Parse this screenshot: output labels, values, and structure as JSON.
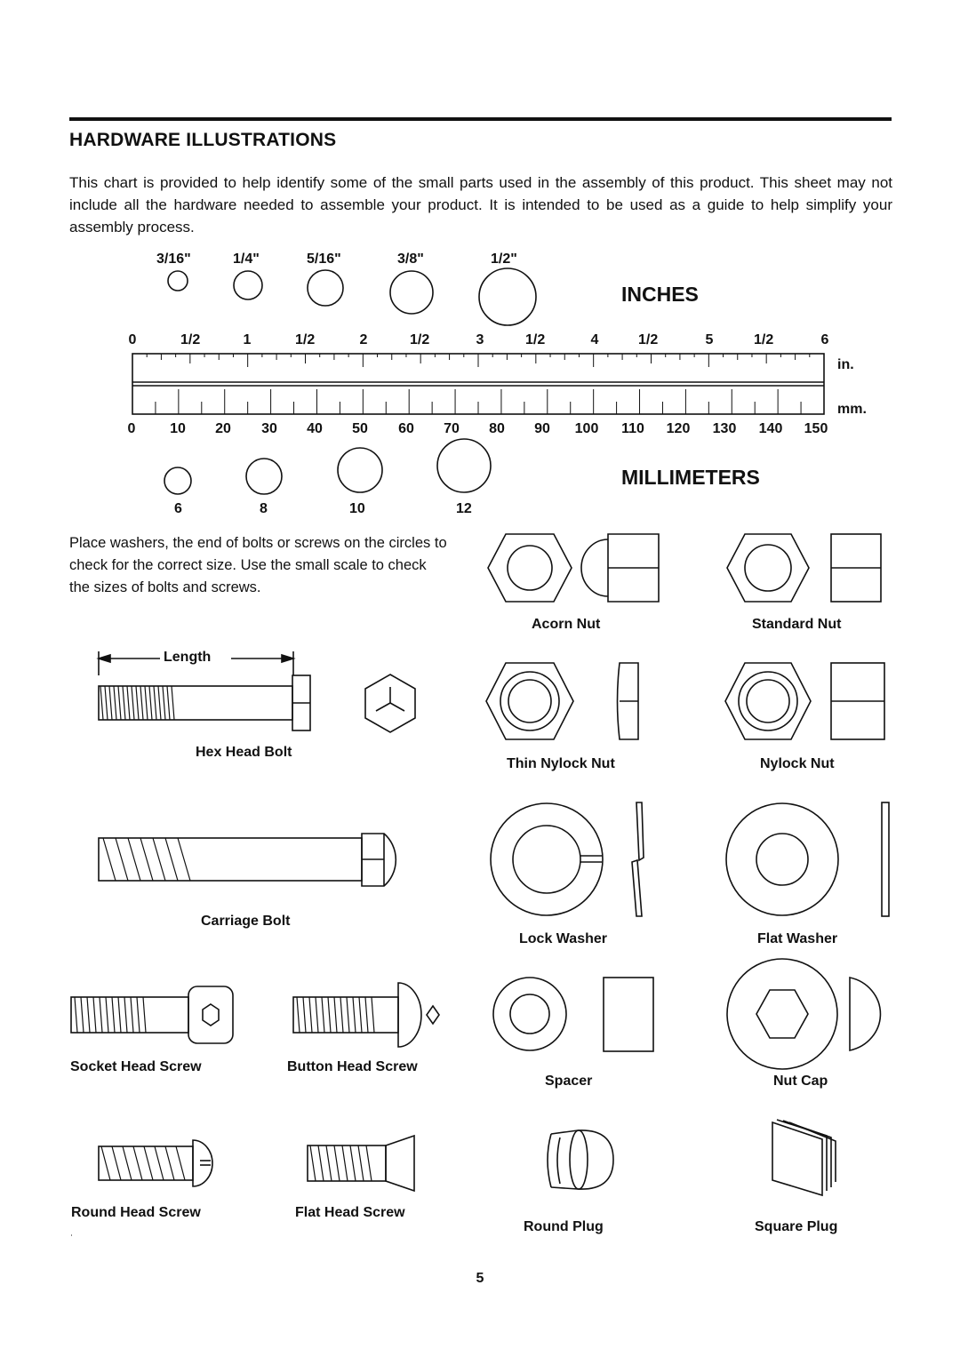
{
  "page": {
    "title": "HARDWARE ILLUSTRATIONS",
    "intro": "This chart is provided to help identify some of the small parts used in the assembly of this product.  This sheet may not include all the hardware needed to assemble your product.  It is intended to be used as a guide to help simplify your assembly process.",
    "place_text": "Place washers, the end of bolts or screws on the circles to check for the correct size.  Use the small scale to check the sizes of bolts and screws.",
    "page_number": "5"
  },
  "inch_sizes": [
    "3/16\"",
    "1/4\"",
    "5/16\"",
    "3/8\"",
    "1/2\""
  ],
  "mm_sizes": [
    "6",
    "8",
    "10",
    "12"
  ],
  "headings": {
    "inches": "INCHES",
    "millimeters": "MILLIMETERS"
  },
  "ruler": {
    "inch_labels": [
      "0",
      "1/2",
      "1",
      "1/2",
      "2",
      "1/2",
      "3",
      "1/2",
      "4",
      "1/2",
      "5",
      "1/2",
      "6"
    ],
    "mm_labels": [
      "0",
      "10",
      "20",
      "30",
      "40",
      "50",
      "60",
      "70",
      "80",
      "90",
      "100",
      "110",
      "120",
      "130",
      "140",
      "150"
    ],
    "inch_unit": "in.",
    "mm_unit": "mm."
  },
  "parts": {
    "length_label": "Length",
    "hex_head_bolt": "Hex Head Bolt",
    "carriage_bolt": "Carriage Bolt",
    "socket_head_screw": "Socket Head Screw",
    "button_head_screw": "Button Head Screw",
    "round_head_screw": "Round Head Screw",
    "flat_head_screw": "Flat Head Screw",
    "acorn_nut": "Acorn Nut",
    "standard_nut": "Standard Nut",
    "thin_nylock_nut": "Thin Nylock Nut",
    "nylock_nut": "Nylock Nut",
    "lock_washer": "Lock Washer",
    "flat_washer": "Flat Washer",
    "spacer": "Spacer",
    "nut_cap": "Nut Cap",
    "round_plug": "Round Plug",
    "square_plug": "Square Plug"
  }
}
